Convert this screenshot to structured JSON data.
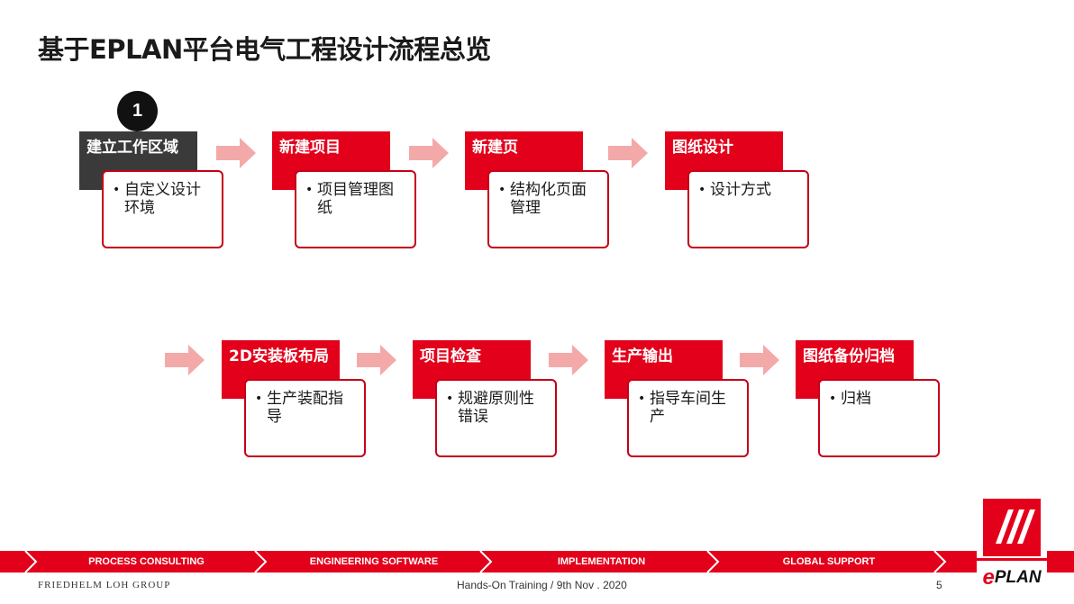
{
  "title": "基于EPLAN平台电气工程设计流程总览",
  "badge": "1",
  "steps": [
    {
      "title": "建立工作区域",
      "detail": "自定义设计环境",
      "active": true
    },
    {
      "title": "新建项目",
      "detail": "项目管理图纸"
    },
    {
      "title": "新建页",
      "detail": "结构化页面管理"
    },
    {
      "title": "图纸设计",
      "detail": "设计方式"
    },
    {
      "title": "2D安装板布局",
      "detail": "生产装配指导"
    },
    {
      "title": "项目检查",
      "detail": "规避原则性错误"
    },
    {
      "title": "生产输出",
      "detail": "指导车间生产"
    },
    {
      "title": "图纸备份归档",
      "detail": "归档"
    }
  ],
  "bullet": "•",
  "footer": {
    "band": [
      "PROCESS CONSULTING",
      "ENGINEERING SOFTWARE",
      "IMPLEMENTATION",
      "GLOBAL SUPPORT"
    ],
    "group": "FRIEDHELM LOH GROUP",
    "center": "Hands-On Training / 9th Nov . 2020",
    "page": "5"
  },
  "logo": {
    "e": "e",
    "text": "PLAN"
  },
  "colors": {
    "accent": "#e3001b",
    "active": "#3a3a3a",
    "arrow": "#f4a9a9"
  }
}
